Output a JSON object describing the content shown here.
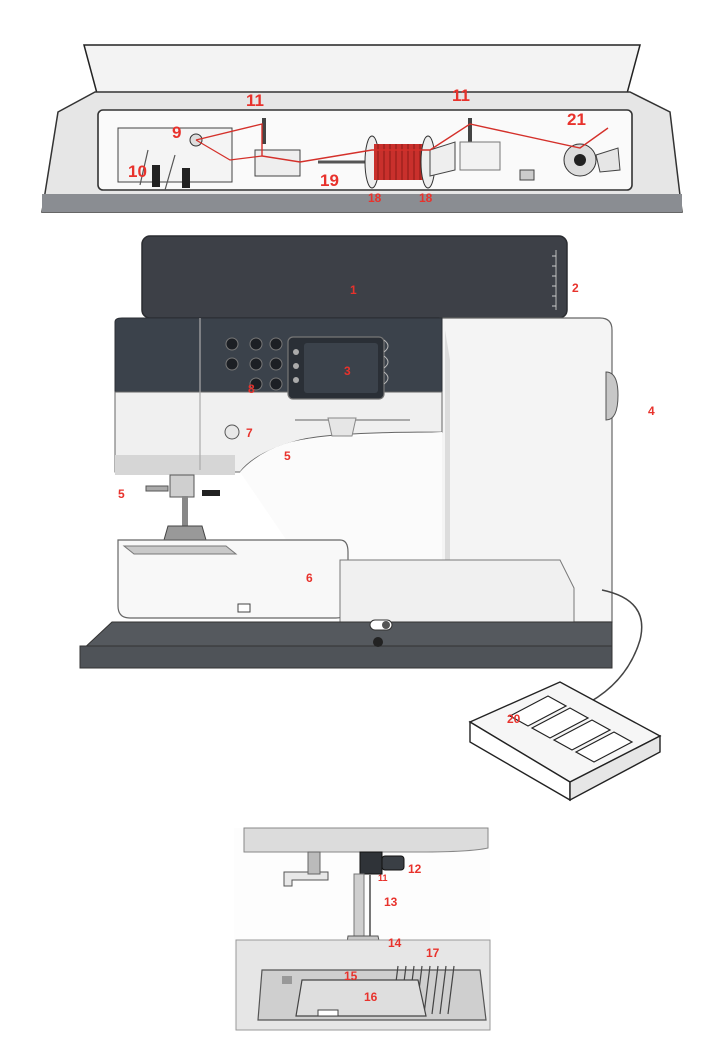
{
  "callouts": {
    "c1": "1",
    "c2": "2",
    "c3": "3",
    "c4": "4",
    "c5a": "5",
    "c5b": "5",
    "c6": "6",
    "c7": "7",
    "c8": "8",
    "c9": "9",
    "c10": "10",
    "c11a": "11",
    "c11b": "11",
    "c11c": "11",
    "c12": "12",
    "c13": "13",
    "c14": "14",
    "c15": "15",
    "c16": "16",
    "c17": "17",
    "c18a": "18",
    "c18b": "18",
    "c19": "19",
    "c20": "20",
    "c21": "21"
  },
  "colors": {
    "callout": "#e8322c",
    "thread": "#d4302a",
    "machine_dark": "#3b424b",
    "machine_body": "#f2f2f2",
    "base": "#55595e"
  }
}
